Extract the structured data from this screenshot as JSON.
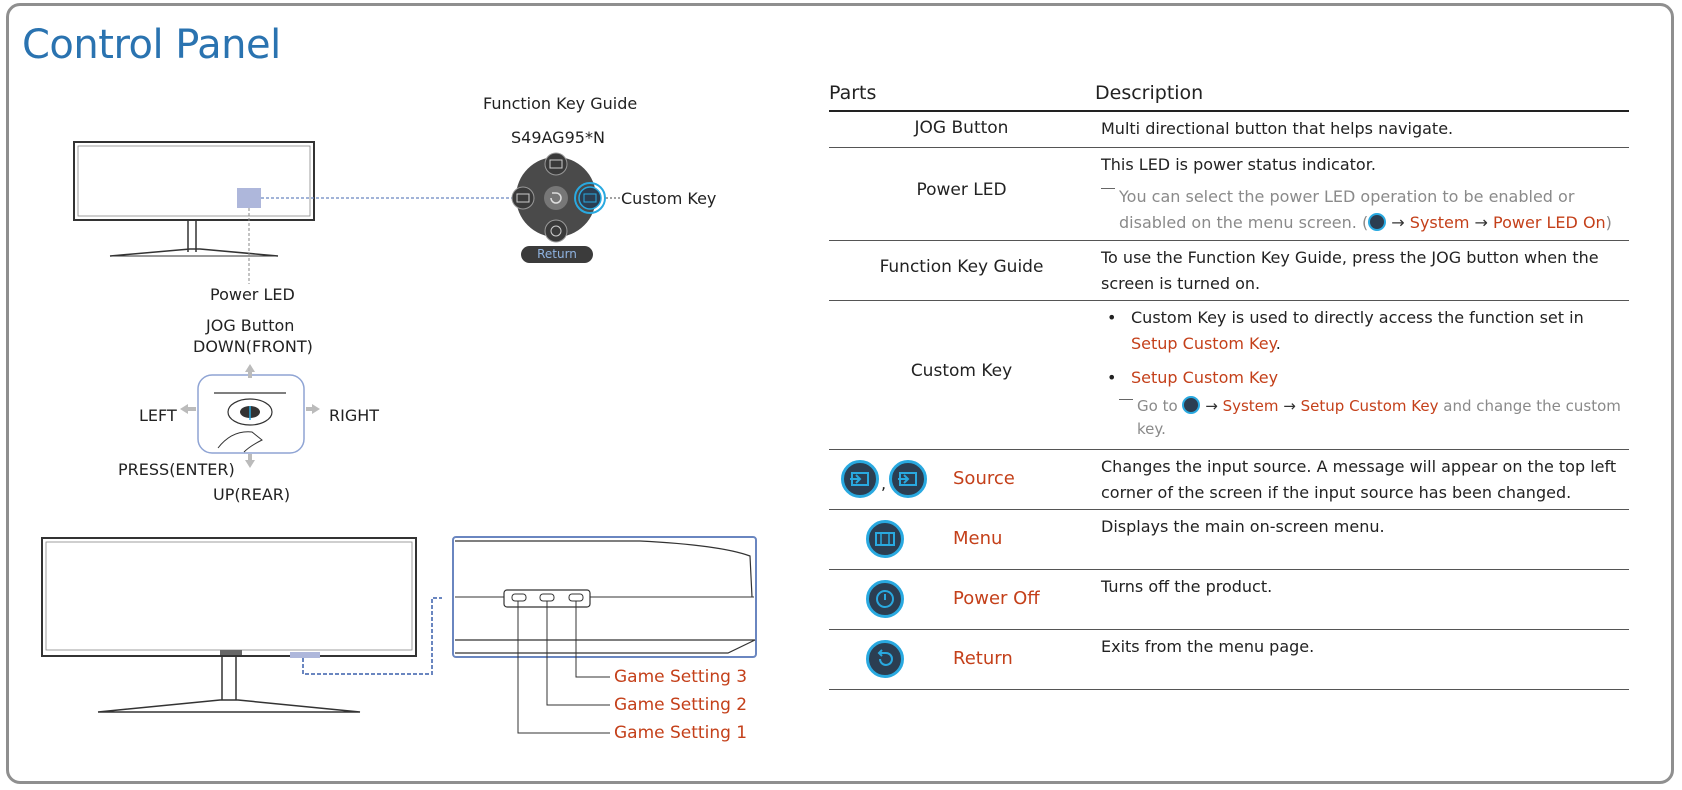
{
  "page": {
    "title": "Control Panel"
  },
  "diagram": {
    "fkg_title": "Function Key Guide",
    "model": "S49AG95*N",
    "custom_key_label": "Custom Key",
    "return_label": "Return",
    "power_led_label": "Power LED",
    "jog_title": "JOG Button",
    "down": "DOWN(FRONT)",
    "left": "LEFT",
    "right": "RIGHT",
    "press": "PRESS(ENTER)",
    "up": "UP(REAR)",
    "game_settings": [
      "Game Setting 3",
      "Game Setting 2",
      "Game Setting 1"
    ]
  },
  "table": {
    "header_parts": "Parts",
    "header_description": "Description",
    "rows": [
      {
        "part": "JOG Button",
        "desc": "Multi directional button that helps navigate."
      },
      {
        "part": "Power LED",
        "desc": "This LED is power status indicator.",
        "note_a": "You can select the power LED operation to be enabled or disabled on the menu screen. (",
        "note_arrow1": "→",
        "note_system": "System",
        "note_arrow2": "→",
        "note_link": "Power LED On",
        "note_end": ")"
      },
      {
        "part": "Function Key Guide",
        "desc": "To use the Function Key Guide, press the JOG button when the screen is turned on."
      },
      {
        "part": "Custom Key",
        "bullet1_a": "Custom Key is used to directly access the function set in",
        "bullet1_link": "Setup Custom Key",
        "bullet1_end": ".",
        "bullet2": "Setup Custom Key",
        "note_a": "Go to",
        "note_arrow1": "→",
        "note_system": "System",
        "note_arrow2": "→",
        "note_link": "Setup Custom Key",
        "note_b": "and change the custom key."
      },
      {
        "part": "Source",
        "icon_sep": ",",
        "desc": "Changes the input source. A message will appear on the top left corner of the screen if the input source has been changed."
      },
      {
        "part": "Menu",
        "desc": "Displays the main on-screen menu."
      },
      {
        "part": "Power Off",
        "desc": "Turns off the product."
      },
      {
        "part": "Return",
        "desc": "Exits from the menu page."
      }
    ]
  },
  "colors": {
    "title": "#2a73b0",
    "link": "#c4401a",
    "accent": "#29a9e0",
    "icon_bg": "#2b3e52",
    "led": "#aeb7db"
  },
  "icons": [
    "source-icon",
    "menu-icon",
    "power-icon",
    "return-icon",
    "custom-key-icon"
  ]
}
